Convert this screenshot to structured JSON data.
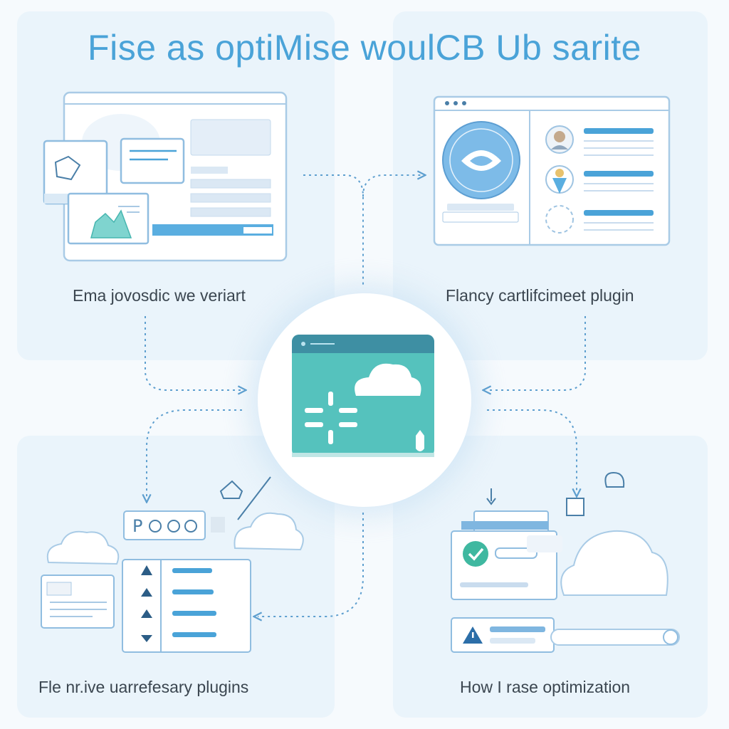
{
  "title": "Fise as optiMise woulCB Ub sarite",
  "captions": {
    "top_left": "Ema jovosdic we veriart",
    "top_right": "Flancy cartlifcimeet plugin",
    "bottom_left": "Fle nr.ive uarrefesary plugins",
    "bottom_right": "How I rase optimization"
  },
  "colors": {
    "accent": "#4aa3d8",
    "teal": "#55c2bd",
    "green": "#3fb8a0",
    "panel": "#eaf4fb",
    "line": "#5e9fcf"
  },
  "icons": [
    "cloud-icon",
    "check-icon",
    "warning-icon",
    "tag-icon",
    "target-icon",
    "avatar-icon"
  ]
}
